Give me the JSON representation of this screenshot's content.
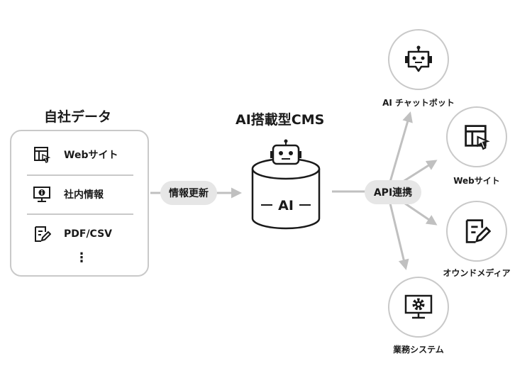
{
  "sources": {
    "title": "自社データ",
    "items": [
      {
        "label": "Webサイト",
        "icon": "website-icon"
      },
      {
        "label": "社内情報",
        "icon": "monitor-info-icon"
      },
      {
        "label": "PDF/CSV",
        "icon": "document-edit-icon"
      }
    ],
    "more": "⋮"
  },
  "update_label": "情報更新",
  "cms": {
    "title": "AI搭載型CMS",
    "db_label": "AI",
    "icon": "robot-icon"
  },
  "api_label": "API連携",
  "targets": [
    {
      "label": "AI チャットボット",
      "icon": "chatbot-icon"
    },
    {
      "label": "Webサイト",
      "icon": "website-icon"
    },
    {
      "label": "オウンドメディア",
      "icon": "document-edit-icon"
    },
    {
      "label": "業務システム",
      "icon": "gear-monitor-icon"
    }
  ],
  "colors": {
    "line": "#c9c9c9",
    "pill": "#e6e6e6",
    "ink": "#1a1a1a",
    "arrow": "#c0c0c0"
  }
}
